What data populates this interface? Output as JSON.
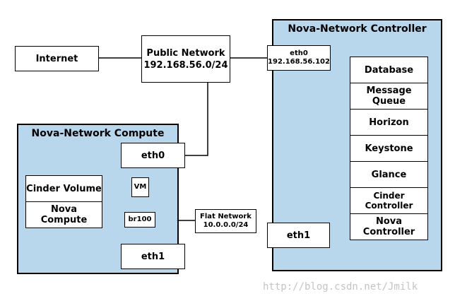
{
  "controller": {
    "title": "Nova-Network Controller",
    "eth0": {
      "name": "eth0",
      "ip": "192.168.56.102"
    },
    "eth1": "eth1",
    "services": [
      "Database",
      "Message Queue",
      "Horizon",
      "Keystone",
      "Glance",
      "Cinder Controller",
      "Nova Controller"
    ]
  },
  "compute": {
    "title": "Nova-Network Compute",
    "eth0": "eth0",
    "eth1": "eth1",
    "vm": "VM",
    "bridge": "br100",
    "services": [
      "Cinder Volume",
      "Nova Compute"
    ]
  },
  "internet": "Internet",
  "public_network": {
    "name": "Public Network",
    "cidr": "192.168.56.0/24"
  },
  "flat_network": {
    "name": "Flat Network",
    "cidr": "10.0.0.0/24"
  },
  "watermark": "http://blog.csdn.net/Jmilk"
}
